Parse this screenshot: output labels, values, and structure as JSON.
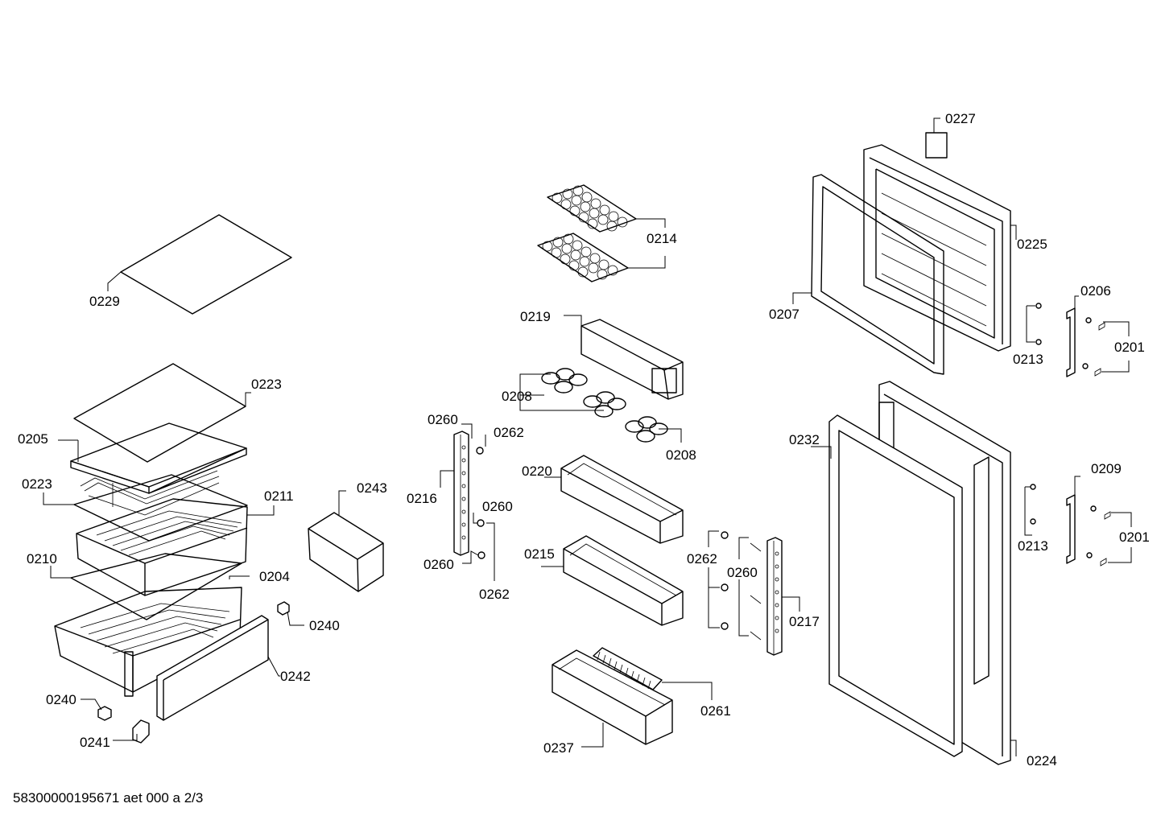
{
  "labels": {
    "p0227": "0227",
    "p0214": "0214",
    "p0225": "0225",
    "p0229": "0229",
    "p0219": "0219",
    "p0206": "0206",
    "p0207": "0207",
    "p0213a": "0213",
    "p0201a": "0201",
    "p0223a": "0223",
    "p0208a": "0208",
    "p0205": "0205",
    "p0260a": "0260",
    "p0262a": "0262",
    "p0208b": "0208",
    "p0232": "0232",
    "p0223b": "0223",
    "p0209": "0209",
    "p0211": "0211",
    "p0243": "0243",
    "p0220": "0220",
    "p0216": "0216",
    "p0260b": "0260",
    "p0201b": "0201",
    "p0213b": "0213",
    "p0210": "0210",
    "p0262b": "0262",
    "p0215": "0215",
    "p0204": "0204",
    "p0260c": "0260",
    "p0260d": "0260",
    "p0262c": "0262",
    "p0217": "0217",
    "p0240a": "0240",
    "p0242": "0242",
    "p0240b": "0240",
    "p0261": "0261",
    "p0241": "0241",
    "p0237": "0237",
    "p0224": "0224"
  },
  "footer": {
    "document_code": "58300000195671 aet 000 a 2/3"
  }
}
